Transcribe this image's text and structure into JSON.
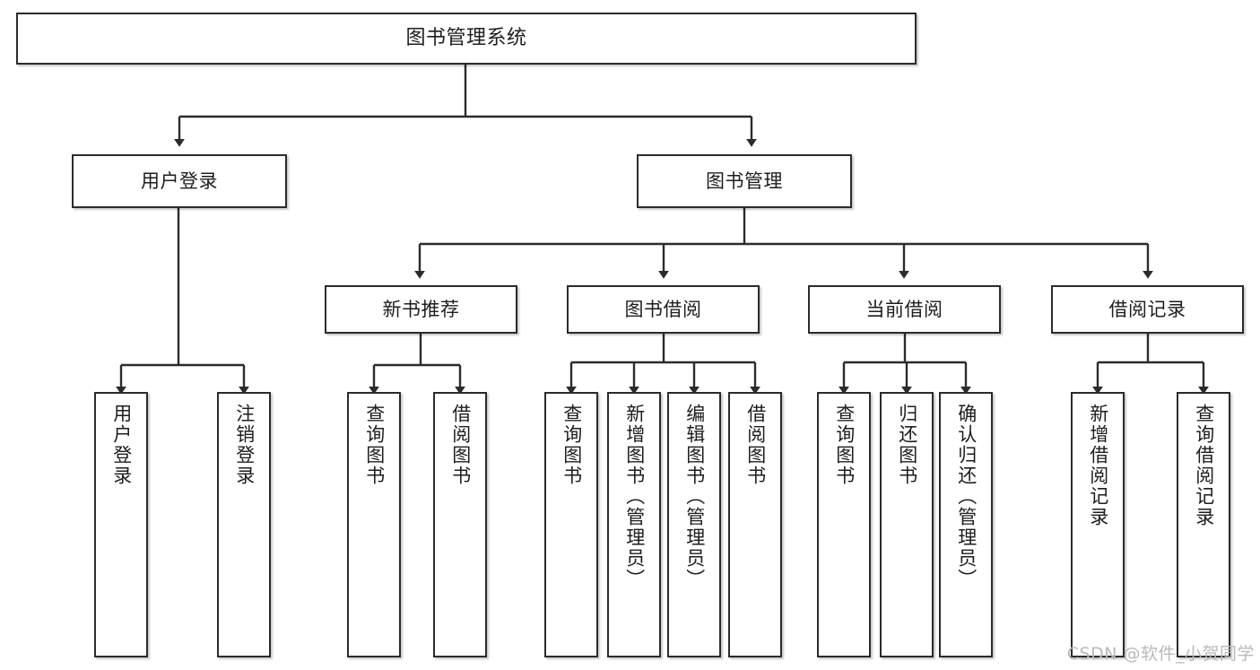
{
  "diagram": {
    "title": "图书管理系统",
    "type": "hierarchy-tree",
    "watermark": "CSDN @软件_小贺同学",
    "colors": {
      "border": "#2b2b2b",
      "background": "#ffffff",
      "text": "#1d1d1d",
      "connector": "#2b2b2b",
      "watermark": "#b9b9b9"
    },
    "nodes": {
      "root": {
        "label": "图书管理系统"
      },
      "level2": [
        {
          "label": "用户登录"
        },
        {
          "label": "图书管理"
        }
      ],
      "level3": [
        {
          "label": "新书推荐"
        },
        {
          "label": "图书借阅"
        },
        {
          "label": "当前借阅"
        },
        {
          "label": "借阅记录"
        }
      ],
      "leaves": {
        "user_login": [
          {
            "label": "用户登录"
          },
          {
            "label": "注销登录"
          }
        ],
        "new_book": [
          {
            "label": "查询图书"
          },
          {
            "label": "借阅图书"
          }
        ],
        "book_borrow": [
          {
            "label": "查询图书"
          },
          {
            "label": "新增图书（管理员）"
          },
          {
            "label": "编辑图书（管理员）"
          },
          {
            "label": "借阅图书"
          }
        ],
        "current_borrow": [
          {
            "label": "查询图书"
          },
          {
            "label": "归还图书"
          },
          {
            "label": "确认归还（管理员）"
          }
        ],
        "borrow_record": [
          {
            "label": "新增借阅记录"
          },
          {
            "label": "查询借阅记录"
          }
        ]
      }
    }
  }
}
